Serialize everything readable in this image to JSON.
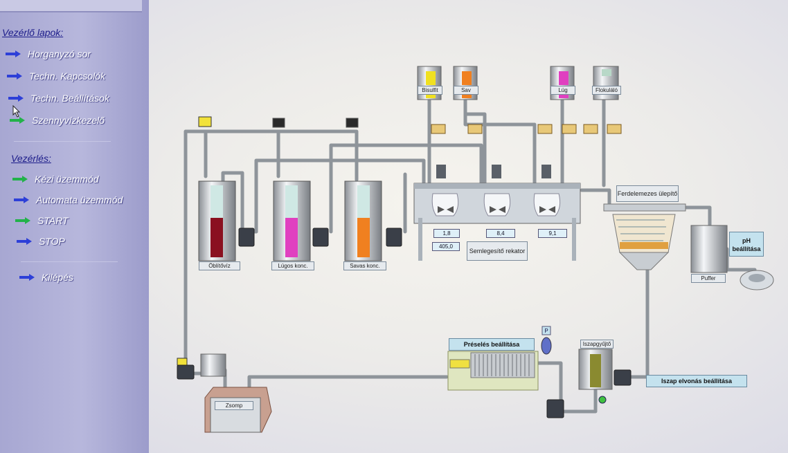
{
  "sidebar": {
    "pages_title": "Vezérlő lapok:",
    "pages": [
      {
        "label": "Horganyzó sor",
        "color": "#2d3fd8"
      },
      {
        "label": "Techn. Kapcsolók",
        "color": "#2d3fd8"
      },
      {
        "label": "Techn. Beállítások",
        "color": "#2d3fd8"
      },
      {
        "label": "Szennyvízkezelő",
        "color": "#22b24a"
      }
    ],
    "control_title": "Vezérlés:",
    "controls": [
      {
        "label": "Kézi üzemmód",
        "color": "#22b24a"
      },
      {
        "label": "Automata üzemmód",
        "color": "#2d3fd8"
      },
      {
        "label": "START",
        "color": "#22b24a"
      },
      {
        "label": "STOP",
        "color": "#2d3fd8"
      }
    ],
    "exit": {
      "label": "Kilépés",
      "color": "#2d3fd8"
    }
  },
  "dosing_tanks": [
    {
      "label": "Bisulfit",
      "color": "#f0e020"
    },
    {
      "label": "Sav",
      "color": "#f08020"
    },
    {
      "label": "Lúg",
      "color": "#e040c0"
    },
    {
      "label": "Flokuláló",
      "color": "#9aa0a0"
    }
  ],
  "storage_tanks": [
    {
      "label": "Öblítővíz",
      "color": "#8a1020",
      "level": 0.55
    },
    {
      "label": "Lúgos konc.",
      "color": "#e040c0",
      "level": 0.55
    },
    {
      "label": "Savas konc.",
      "color": "#f08020",
      "level": 0.55
    }
  ],
  "reactor": {
    "label": "Semlegesítő rekator",
    "readings": [
      "1,8",
      "405,0",
      "8,4",
      "9,1"
    ]
  },
  "settler_label": "Ferdelemezes ülepítő",
  "ph_button": "pH beállítása",
  "buffer_label": "Puffer",
  "press_button": "Préselés beállítása",
  "pressure_label": "P",
  "sludge_collector_label": "Iszapgyűjtő",
  "sludge_button": "Iszap elvonás beállítása",
  "sump_label": "Zsomp",
  "status_colors": {
    "active": "#f2e23a",
    "inactive": "#2a2a2a"
  }
}
